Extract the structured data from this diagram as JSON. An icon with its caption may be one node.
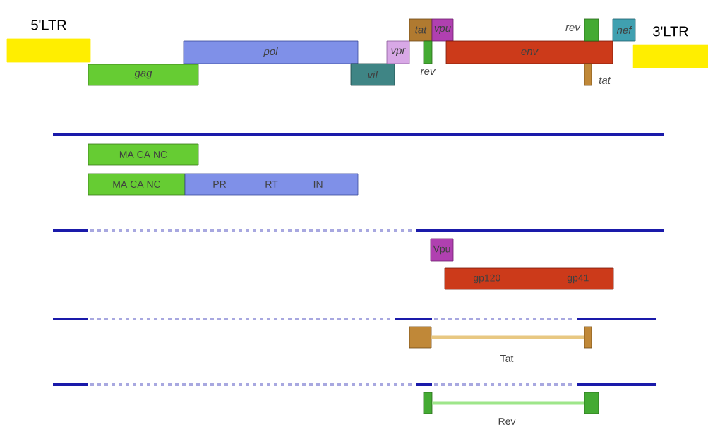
{
  "diagram": {
    "nodes": [
      {
        "text": [
          "5'LTR"
        ]
      },
      {
        "text": [
          "gag"
        ]
      },
      {
        "text": [
          "pol"
        ]
      },
      {
        "text": [
          "vif"
        ]
      },
      {
        "text": [
          "vpr"
        ]
      },
      {
        "text": [
          "tat"
        ]
      },
      {
        "text": [
          "vpu"
        ]
      },
      {
        "text": [],
        "shape": "box",
        "beside": [
          "rev"
        ]
      },
      {
        "text": [
          "env"
        ]
      },
      {
        "text": [],
        "shape": "box",
        "beside": [
          "rev"
        ]
      },
      {
        "text": [
          "nef"
        ]
      },
      {
        "text": [],
        "shape": "box",
        "beside": [
          "tat"
        ]
      },
      {
        "text": [
          "3'LTR"
        ]
      },
      {
        "text": [
          "MA CA NC"
        ]
      },
      {
        "text": [
          "MA CA NC"
        ]
      },
      {
        "text": [
          "PR",
          "RT",
          "IN"
        ]
      },
      {
        "text": [
          "Vpu"
        ]
      },
      {
        "text": [
          "gp120",
          "gp41"
        ]
      },
      {
        "text": [],
        "shape": "box"
      },
      {
        "text": [],
        "shape": "box"
      },
      {
        "text": [],
        "shape": "box"
      },
      {
        "text": [],
        "shape": "box"
      }
    ],
    "edges": [
      {
        "from": 18,
        "to": 19,
        "arrow": "none",
        "color": "#e8c882"
      },
      {
        "from": 20,
        "to": 21,
        "arrow": "none",
        "color": "#9ee68a"
      }
    ],
    "labels": [
      "Tat",
      "Rev"
    ]
  }
}
